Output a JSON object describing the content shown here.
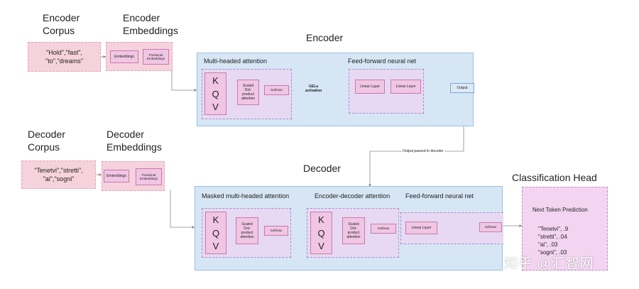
{
  "encoder_corpus": {
    "title_line1": "Encoder",
    "title_line2": "Corpus",
    "tokens_line1": "\"Hold\",\"fast\",",
    "tokens_line2": "\"to\",\"dreams\""
  },
  "encoder_embeddings": {
    "title_line1": "Encoder",
    "title_line2": "Embeddings",
    "embeddings": "Embeddings",
    "positional_line1": "Positional",
    "positional_line2": "Embeddings"
  },
  "encoder": {
    "title": "Encoder",
    "attention": {
      "label": "Multi-headed attention",
      "k": "K",
      "q": "Q",
      "v": "V",
      "scaled_line1": "Scaled",
      "scaled_line2": "Dot-",
      "scaled_line3": "product",
      "scaled_line4": "attention",
      "softmax": "Softmax"
    },
    "gelu_line1": "GELu",
    "gelu_line2": "activation",
    "ffn": {
      "label": "Feed-forward neural net",
      "linear1": "Linear Layer",
      "linear2": "Linear Layer"
    },
    "output": "Output"
  },
  "link_label": "Output passed to decoder",
  "decoder_corpus": {
    "title_line1": "Decoder",
    "title_line2": "Corpus",
    "tokens_line1": "\"Tenetvi\",\"stretti\",",
    "tokens_line2": "\"ai\",\"sogni\""
  },
  "decoder_embeddings": {
    "title_line1": "Decoder",
    "title_line2": "Embeddings",
    "embeddings": "Embeddings",
    "positional_line1": "Positional",
    "positional_line2": "Embeddings"
  },
  "decoder": {
    "title": "Decoder",
    "masked": {
      "label": "Masked multi-headed attention",
      "k": "K",
      "q": "Q",
      "v": "V",
      "scaled_line1": "Scaled",
      "scaled_line2": "Dot-",
      "scaled_line3": "product",
      "scaled_line4": "attention",
      "softmax": "Softmax"
    },
    "encdec": {
      "label": "Encoder-decoder attention",
      "k": "K",
      "q": "Q",
      "v": "V",
      "scaled_line1": "Scaled",
      "scaled_line2": "Dot-",
      "scaled_line3": "product",
      "scaled_line4": "attention",
      "softmax": "Softmax"
    },
    "ffn": {
      "label": "Feed-forward neural net",
      "linear": "Linear Layer",
      "softmax": "Softmax"
    }
  },
  "classification": {
    "title": "Classification Head",
    "heading": "Next Token Prediction",
    "predictions": [
      "\"Tenetvi\", .9",
      "\"stretti\", .04",
      "\"ai\", .03",
      "\"sogni\", .03"
    ]
  },
  "watermark": "知乎 @汇智网",
  "colors": {
    "region": "#d6e6f5",
    "node": "#f0c6e4",
    "subbox": "#e7d9f3",
    "corpus": "#f6d2dc"
  }
}
